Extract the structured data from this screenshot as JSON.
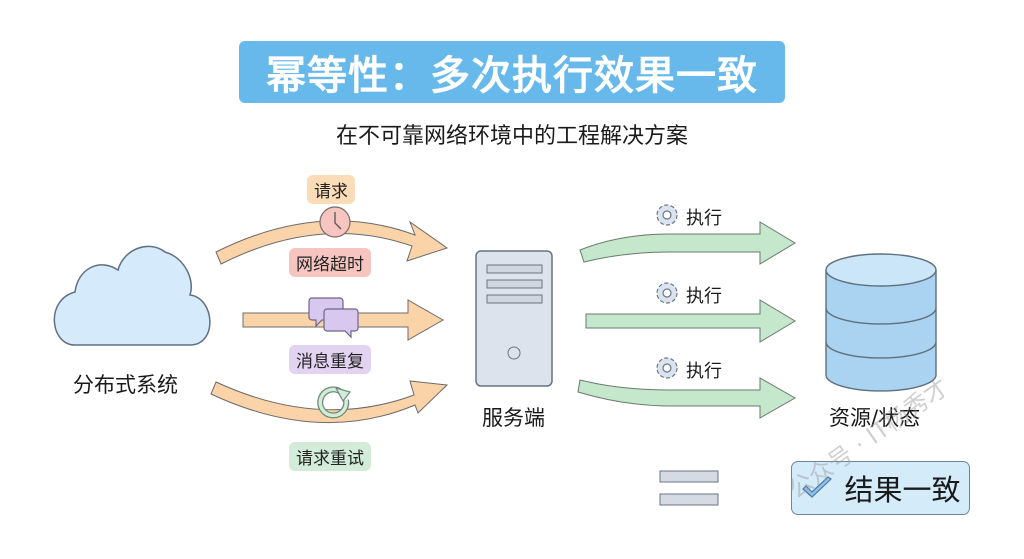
{
  "title": "幂等性：多次执行效果一致",
  "subtitle": "在不可靠网络环境中的工程解决方案",
  "nodes": {
    "client": {
      "label": "分布式系统",
      "icon": "cloud-icon"
    },
    "server": {
      "label": "服务端",
      "icon": "server-icon"
    },
    "resource": {
      "label": "资源/状态",
      "icon": "database-icon"
    }
  },
  "scenarios": [
    {
      "top_label": "请求",
      "bottom_label": "网络超时",
      "icon": "clock-icon",
      "top_color": "#fbdcb9",
      "bottom_color": "#f7c5c0"
    },
    {
      "bottom_label": "消息重复",
      "icon": "chat-bubbles-icon",
      "bottom_color": "#e2d3f1"
    },
    {
      "bottom_label": "请求重试",
      "icon": "refresh-icon",
      "bottom_color": "#d3ecd9"
    }
  ],
  "executions": [
    {
      "label": "执行",
      "icon": "gear-icon"
    },
    {
      "label": "执行",
      "icon": "gear-icon"
    },
    {
      "label": "执行",
      "icon": "gear-icon"
    }
  ],
  "equals_symbol": "equals-icon",
  "result": {
    "label": "结果一致",
    "icon": "checkmark-icon"
  },
  "watermark": "公众号 · IT杨秀才",
  "colors": {
    "title_bg": "#66b9ea",
    "request_arrow": "#fbd3a9",
    "exec_arrow": "#c5e8cc",
    "cloud_fill": "#d5eafb",
    "db_fill": "#a9d3f1",
    "server_fill": "#dde3ec",
    "result_bg": "#d4ebfa"
  }
}
